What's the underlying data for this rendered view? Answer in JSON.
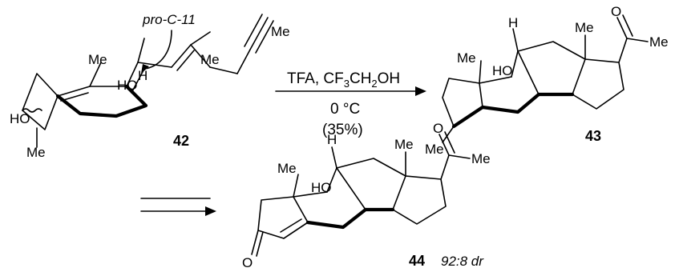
{
  "compounds": {
    "c42": {
      "number": "42",
      "annotation": "pro-C-11",
      "labels": {
        "me_top": "Me",
        "me_ring": "Me",
        "me_side": "Me",
        "me_bottom": "Me",
        "h": "H",
        "ho": "HO",
        "ho_left": "HO"
      }
    },
    "c43": {
      "number": "43",
      "labels": {
        "me_angular1": "Me",
        "me_angular2": "Me",
        "me_ketone": "Me",
        "me_bottom": "Me",
        "h": "H",
        "ho": "HO",
        "o": "O"
      }
    },
    "c44": {
      "number": "44",
      "dr": "92:8 dr",
      "labels": {
        "me_angular1": "Me",
        "me_angular2": "Me",
        "me_ketone": "Me",
        "h": "H",
        "ho": "HO",
        "o_ketone": "O",
        "o_enone": "O"
      }
    }
  },
  "reaction": {
    "reagents_text": "TFA, CF",
    "reagents_sub1": "3",
    "reagents_mid": "CH",
    "reagents_sub2": "2",
    "reagents_end": "OH",
    "temperature": "0 °C",
    "yield": "(35%)"
  }
}
